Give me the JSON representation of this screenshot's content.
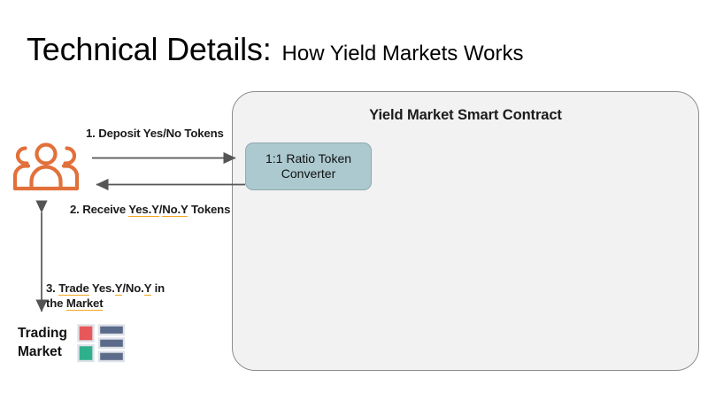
{
  "slide": {
    "title_main": "Technical Details:",
    "title_sub": "How Yield Markets Works"
  },
  "contract": {
    "heading": "Yield Market Smart Contract",
    "converter": {
      "line1": "1:1 Ratio Token",
      "line2": "Converter"
    }
  },
  "actors": {
    "users_icon": "users-group-icon"
  },
  "flow": {
    "step1": "1. Deposit Yes/No Tokens",
    "step2_prefix": "2. Receive ",
    "step2_a": "Yes.Y",
    "step2_mid": "/",
    "step2_b": "No.Y",
    "step2_suffix": " Tokens",
    "step3_num": "3. ",
    "step3_a": "Trade",
    "step3_mid1": " Yes.",
    "step3_b": "Y",
    "step3_mid2": "/No.",
    "step3_c": "Y",
    "step3_mid3": " in the ",
    "step3_d": "Market"
  },
  "market": {
    "label_line1": "Trading",
    "label_line2": "Market",
    "icon_name": "trading-market-icon"
  },
  "colors": {
    "accent_orange": "#e2703a",
    "converter_teal": "#abc9cf",
    "contract_bg": "#f2f2f2",
    "contract_border": "#8d8d8d",
    "arrow_gray": "#555555",
    "market_red": "#e8585a",
    "market_green": "#2fb08c",
    "market_slate": "#5c6b8a",
    "spellcheck_underline": "#f5a623"
  }
}
